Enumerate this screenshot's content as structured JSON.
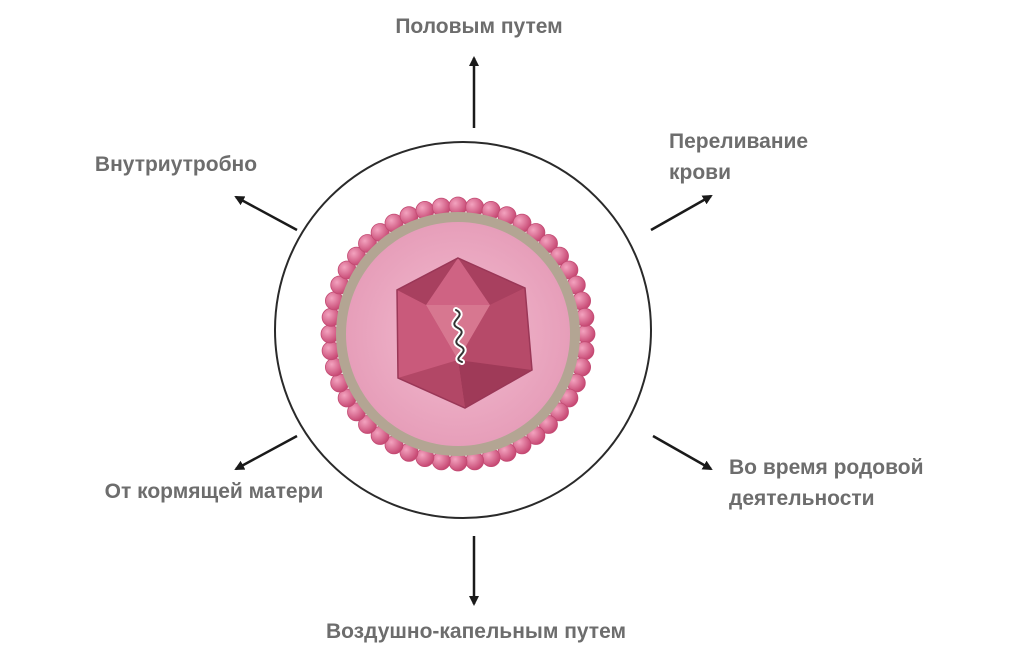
{
  "diagram": {
    "routes": {
      "sexual": "Половым путем",
      "transfusion": [
        "Переливание",
        "крови"
      ],
      "labor": [
        "Во время родовой",
        "деятельности"
      ],
      "airborne": "Воздушно-капельным путем",
      "breastfeeding": "От кормящей матери",
      "intrauterine": "Внутриутробно"
    },
    "colors": {
      "label_text": "#6d6d6d",
      "arrow": "#1a1a1a",
      "outer_ring": "#2a2a2a",
      "envelope_spikes": "#d4587f",
      "envelope_ring": "#b3a593",
      "capsid_background": "#eaa6c0",
      "capsid": "#c0506f"
    },
    "icons": {
      "virion": "virus-particle-icon",
      "genome": "rna-strand-icon"
    }
  }
}
